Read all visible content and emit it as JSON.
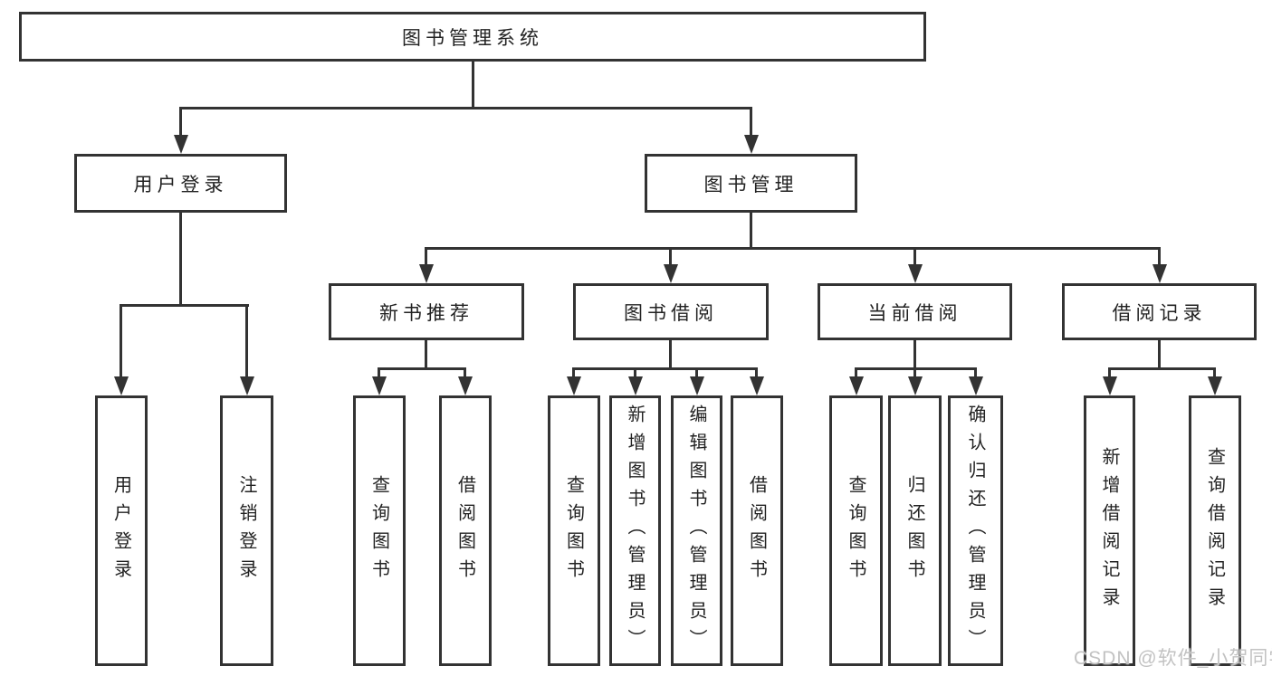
{
  "diagram": {
    "root": {
      "label": "图书管理系统"
    },
    "branches": [
      {
        "label": "用户登录",
        "children": [
          {
            "label": "用户登录"
          },
          {
            "label": "注销登录"
          }
        ]
      },
      {
        "label": "图书管理",
        "children": [
          {
            "label": "新书推荐",
            "children": [
              {
                "label": "查询图书"
              },
              {
                "label": "借阅图书"
              }
            ]
          },
          {
            "label": "图书借阅",
            "children": [
              {
                "label": "查询图书"
              },
              {
                "label": "新增图书（管理员）"
              },
              {
                "label": "编辑图书（管理员）"
              },
              {
                "label": "借阅图书"
              }
            ]
          },
          {
            "label": "当前借阅",
            "children": [
              {
                "label": "查询图书"
              },
              {
                "label": "归还图书"
              },
              {
                "label": "确认归还（管理员）"
              }
            ]
          },
          {
            "label": "借阅记录",
            "children": [
              {
                "label": "新增借阅记录"
              },
              {
                "label": "查询借阅记录"
              }
            ]
          }
        ]
      }
    ]
  },
  "watermark": {
    "text": "CSDN @软件_小贺同学"
  },
  "colors": {
    "line": "#333333",
    "box_border": "#333333",
    "text": "#222222",
    "watermark": "#c2c2c2",
    "background": "#ffffff"
  }
}
